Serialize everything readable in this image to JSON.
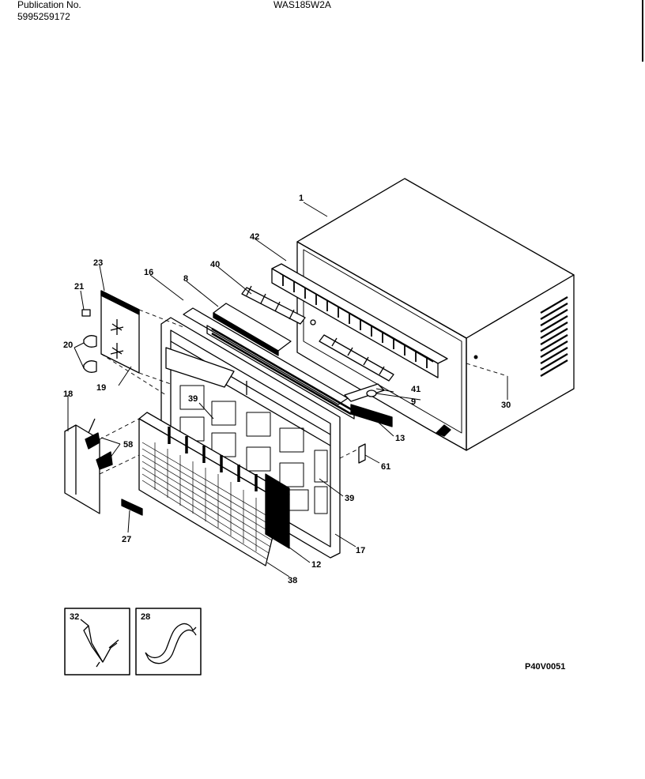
{
  "header": {
    "publication_label": "Publication No.",
    "publication_number": "5995259172",
    "model": "WAS185W2A"
  },
  "diagram": {
    "part_labels": [
      "1",
      "42",
      "40",
      "23",
      "16",
      "8",
      "21",
      "20",
      "19",
      "18",
      "58",
      "39",
      "9",
      "41",
      "30",
      "13",
      "61",
      "39",
      "27",
      "17",
      "12",
      "38",
      "32",
      "28"
    ],
    "diagram_code": "P40V0051"
  }
}
